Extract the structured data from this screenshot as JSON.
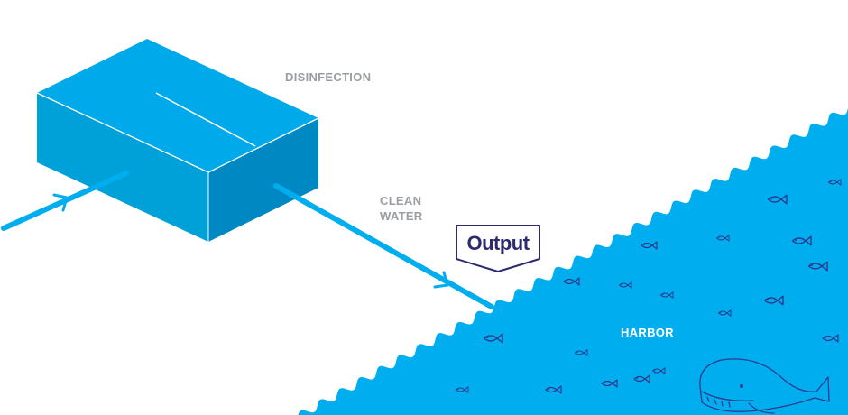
{
  "labels": {
    "disinfection": "DISINFECTION",
    "clean_line1": "CLEAN",
    "clean_line2": "WATER",
    "harbor": "HARBOR",
    "output": "Output"
  },
  "colors": {
    "tank_top": "#00a9ea",
    "tank_front": "#00a0d9",
    "tank_side": "#0088c2",
    "pipe": "#00aeef",
    "harbor": "#00aeef",
    "fish_outline": "#2d3a8c",
    "badge_text": "#2d2a6e",
    "label_gray": "#9a9ea3"
  },
  "icons": {
    "fish": "fish-icon",
    "whale": "whale-icon",
    "flow_arrow": "arrow-icon"
  }
}
